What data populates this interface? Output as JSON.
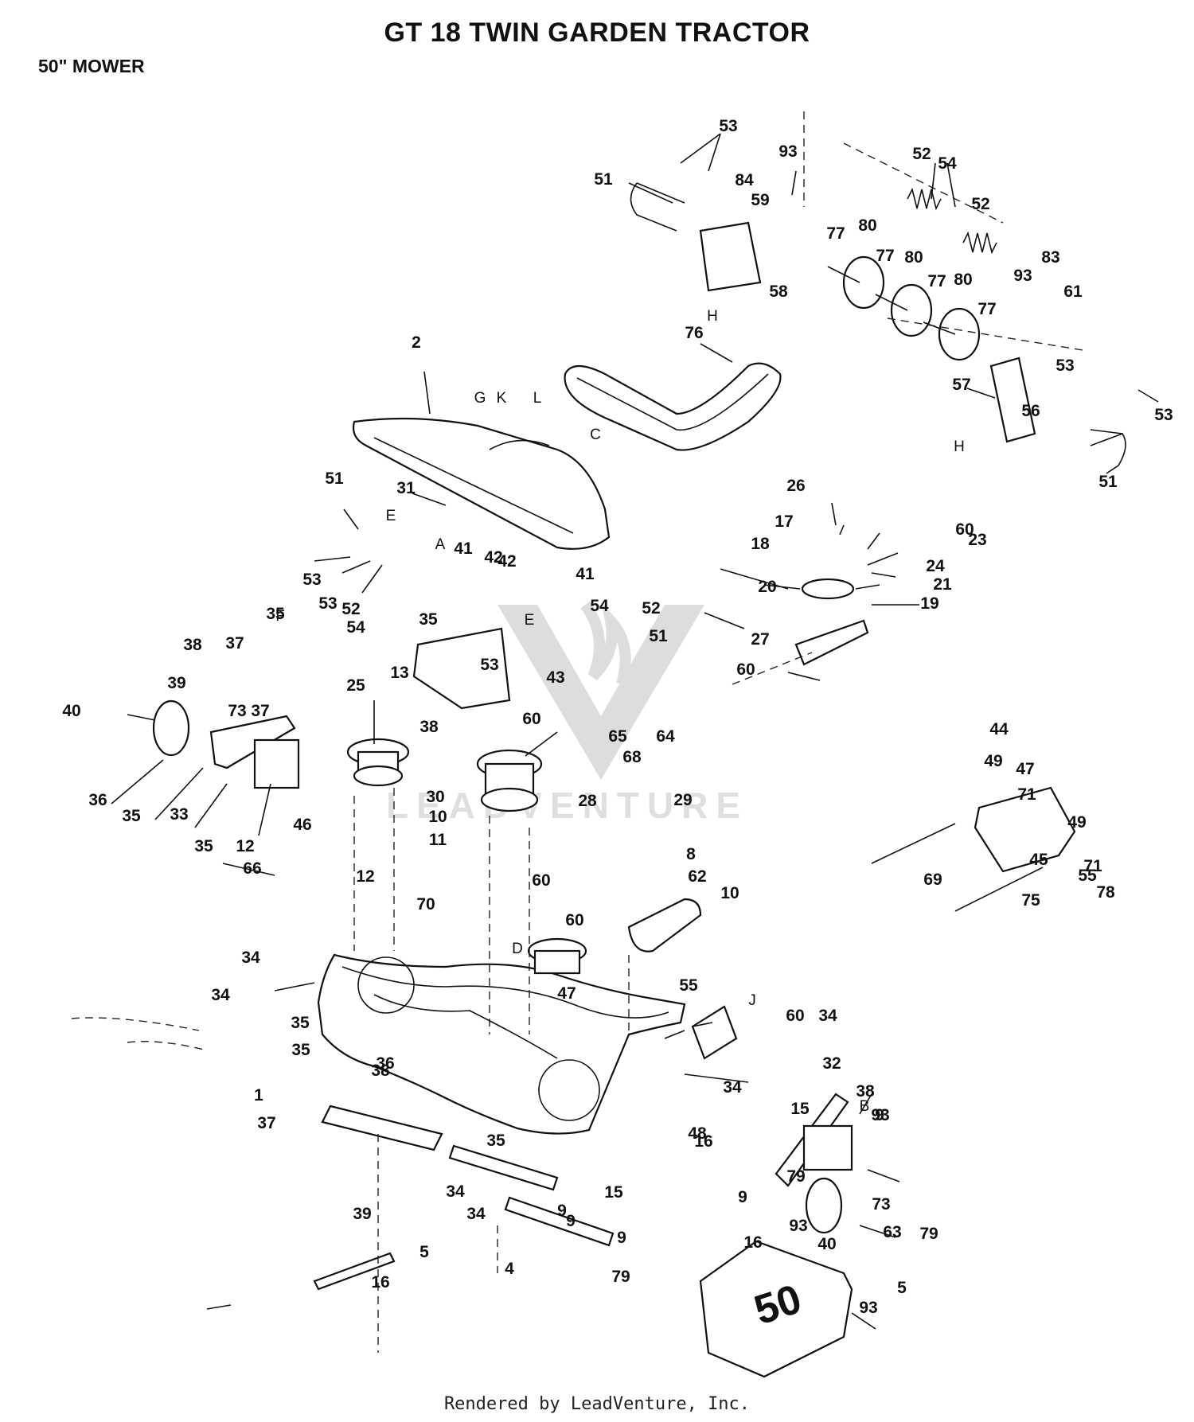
{
  "header": {
    "title": "GT 18 TWIN GARDEN TRACTOR",
    "subtitle": "50\" MOWER"
  },
  "footer": {
    "credit": "Rendered by LeadVenture, Inc."
  },
  "watermark": {
    "text": "LEADVENTURE"
  },
  "callouts": [
    "53",
    "93",
    "51",
    "84",
    "59",
    "52",
    "54",
    "52",
    "77",
    "80",
    "77",
    "80",
    "77",
    "80",
    "77",
    "83",
    "61",
    "93",
    "58",
    "H",
    "76",
    "2",
    "G",
    "K",
    "L",
    "C",
    "53",
    "57",
    "56",
    "53",
    "H",
    "51",
    "51",
    "31",
    "E",
    "A",
    "41",
    "42",
    "42",
    "41",
    "53",
    "53",
    "52",
    "54",
    "26",
    "17",
    "60",
    "18",
    "23",
    "20",
    "24",
    "21",
    "19",
    "27",
    "54",
    "52",
    "E",
    "51",
    "53",
    "43",
    "35",
    "35",
    "38",
    "38",
    "37",
    "39",
    "73",
    "40",
    "37",
    "36",
    "35",
    "33",
    "35",
    "12",
    "F",
    "25",
    "13",
    "60",
    "60",
    "65",
    "64",
    "68",
    "28",
    "29",
    "30",
    "10",
    "11",
    "8",
    "62",
    "10",
    "60",
    "60",
    "46",
    "66",
    "12",
    "70",
    "D",
    "47",
    "55",
    "44",
    "49",
    "47",
    "71",
    "49",
    "55",
    "45",
    "71",
    "78",
    "69",
    "75",
    "34",
    "34",
    "J",
    "35",
    "35",
    "36",
    "60",
    "34",
    "32",
    "1",
    "38",
    "38",
    "34",
    "93",
    "9",
    "35",
    "37",
    "48",
    "15",
    "B",
    "34",
    "34",
    "9",
    "9",
    "16",
    "9",
    "79",
    "73",
    "40",
    "39",
    "93",
    "79",
    "9",
    "15",
    "63",
    "5",
    "4",
    "5",
    "16",
    "16",
    "93",
    "79"
  ]
}
